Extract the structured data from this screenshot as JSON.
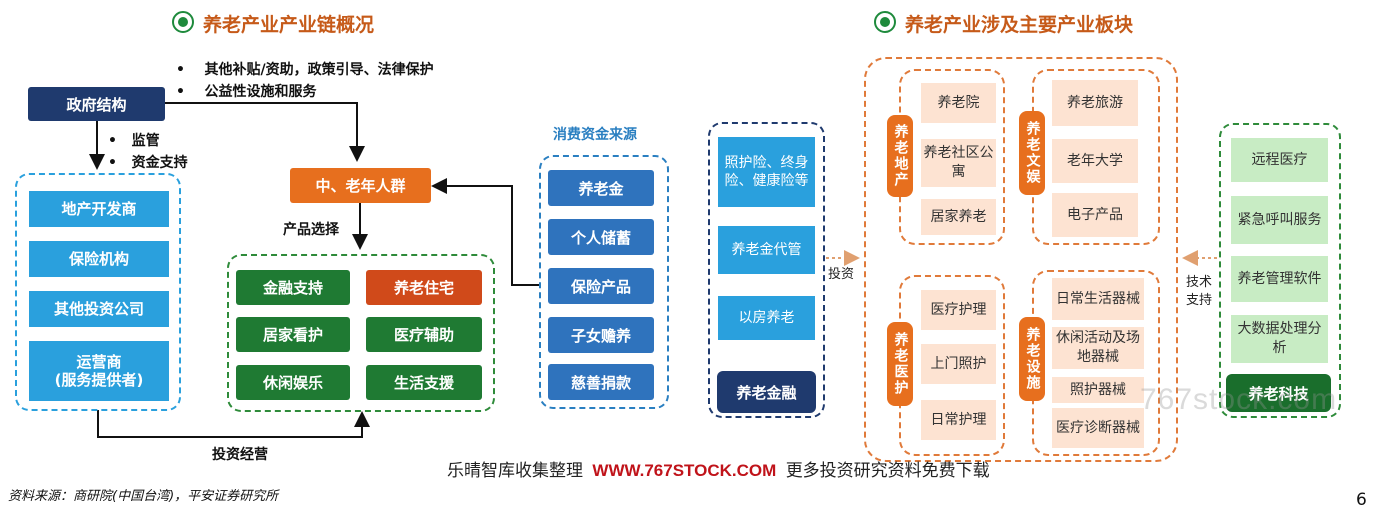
{
  "left_section": {
    "title": "养老产业产业链概况",
    "government": "政府结构",
    "gov_bullets": [
      "其他补贴/资助，政策引导、法律保护",
      "公益性设施和服务"
    ],
    "gov_down_bullets": [
      "监管",
      "资金支持"
    ],
    "providers": [
      "地产开发商",
      "保险机构",
      "其他投资公司",
      "运营商\n(服务提供者)"
    ],
    "elderly": "中、老年人群",
    "product_choice": "产品选择",
    "products": [
      "金融支持",
      "养老住宅",
      "居家看护",
      "医疗辅助",
      "休闲娱乐",
      "生活支援"
    ],
    "funding_title": "消费资金来源",
    "funding": [
      "养老金",
      "个人储蓄",
      "保险产品",
      "子女赡养",
      "慈善捐款"
    ],
    "invest_operate": "投资经营"
  },
  "right_section": {
    "title": "养老产业涉及主要产业板块",
    "finance_items": [
      "照护险、终身险、健康险等",
      "养老金代管",
      "以房养老"
    ],
    "finance_label": "养老金融",
    "invest_label": "投资",
    "realestate_label": "养老地产",
    "realestate_items": [
      "养老院",
      "养老社区公寓",
      "居家养老"
    ],
    "culture_label": "养老文娱",
    "culture_items": [
      "养老旅游",
      "老年大学",
      "电子产品"
    ],
    "medical_label": "养老医护",
    "medical_items": [
      "医疗护理",
      "上门照护",
      "日常护理"
    ],
    "facility_label": "养老设施",
    "facility_items": [
      "日常生活器械",
      "休闲活动及场地器械",
      "照护器械",
      "医疗诊断器械"
    ],
    "tech_support_label": "技术支持",
    "tech_items": [
      "远程医疗",
      "紧急呼叫服务",
      "养老管理软件",
      "大数据处理分析"
    ],
    "tech_label": "养老科技"
  },
  "footer": {
    "source": "资料来源：商研院(中国台湾)，平安证券研究所",
    "watermark_prefix": "乐晴智库收集整理",
    "watermark_url": "WWW.767STOCK.COM",
    "watermark_suffix": "更多投资研究资料免费下载",
    "watermark_faint": "767stock.com",
    "page_number": "6"
  },
  "colors": {
    "navy": "#1f3a6e",
    "blue": "#2a7fc1",
    "orange": "#e76f1e",
    "green": "#1f7a33",
    "red_accent": "#c0131a"
  }
}
